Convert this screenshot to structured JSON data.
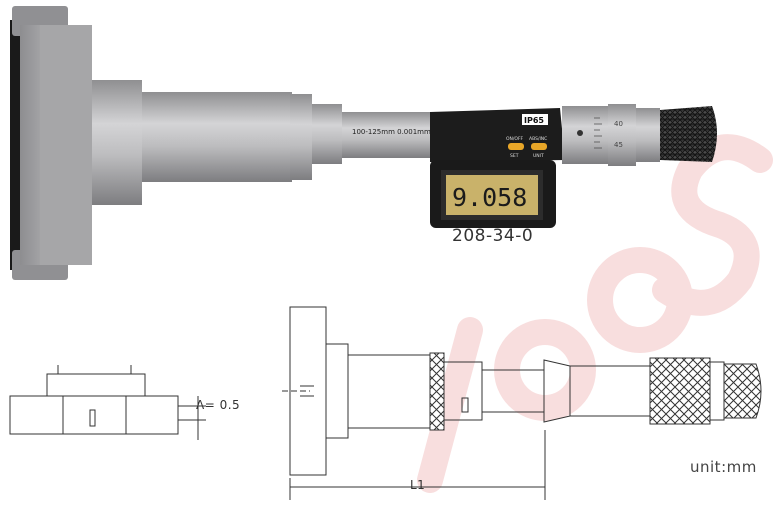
{
  "product": {
    "model_number": "208-34-0",
    "range_marking": "100-125mm  0.001mm",
    "display_reading": "9.058",
    "ip_rating": "IP65",
    "buttons": [
      {
        "label_top": "ON/OFF",
        "label_bottom": "SET"
      },
      {
        "label_top": "ABS/INC",
        "label_bottom": "UNIT"
      }
    ],
    "thimble_marks": [
      "40",
      "45"
    ]
  },
  "drawing": {
    "dimension_a": "A= 0.5",
    "dimension_l1": "L1",
    "unit": "unit:mm"
  },
  "colors": {
    "body_gray": "#a9a9ab",
    "display_yellow": "#c9b26a",
    "button_orange": "#e8a628",
    "housing_black": "#1c1c1c",
    "watermark": "#f7d9d9"
  }
}
